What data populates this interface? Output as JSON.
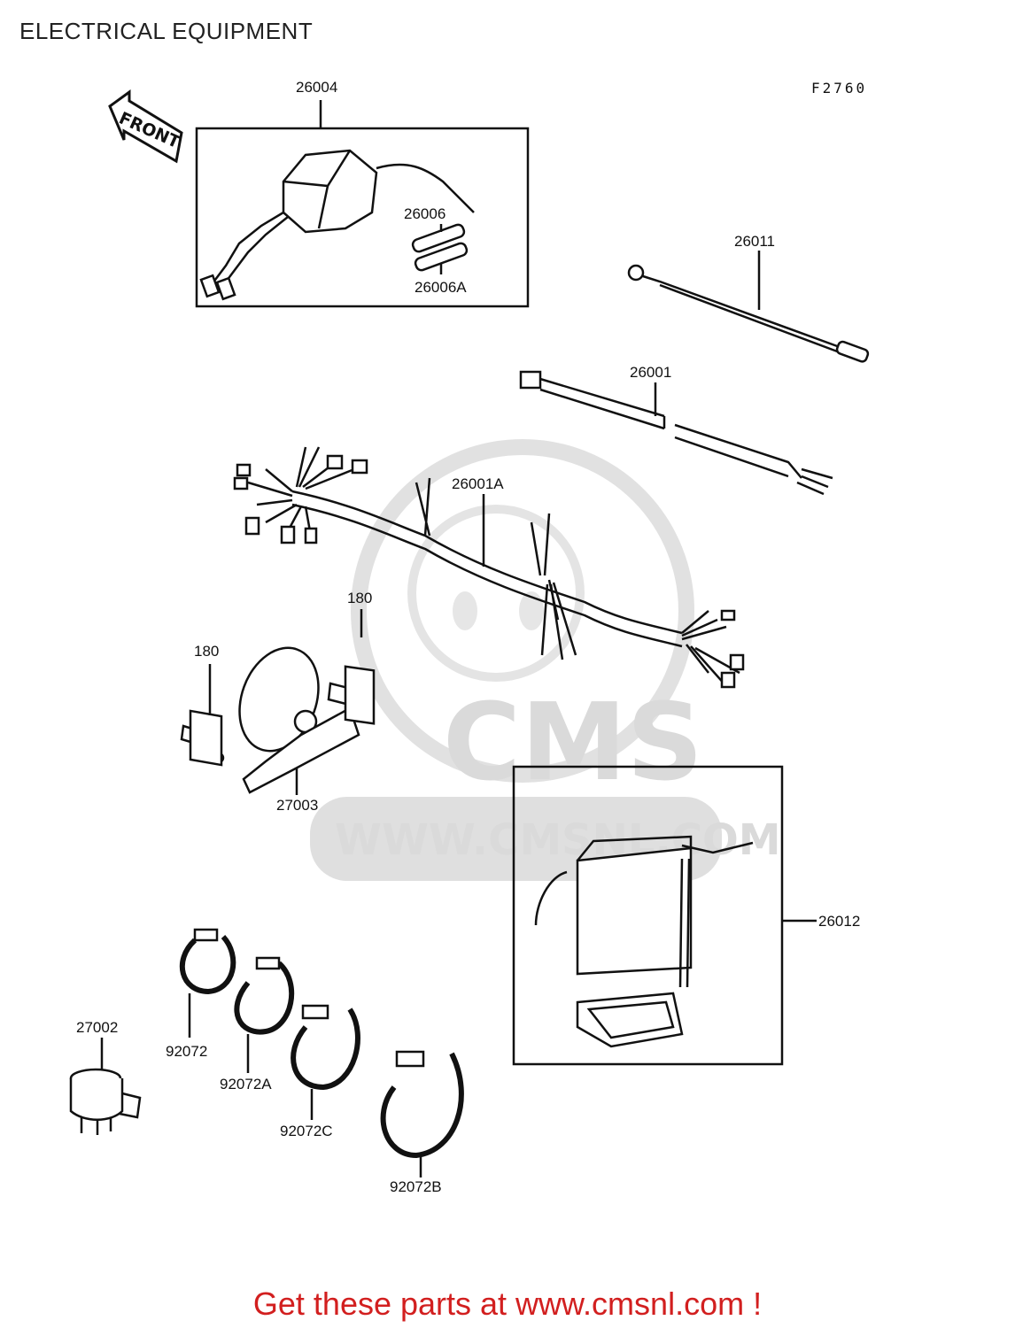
{
  "title": "ELECTRICAL EQUIPMENT",
  "figure_code": "F2760",
  "front_label": "FRONT",
  "watermark": {
    "logo_text": "CMS",
    "url_text": "WWW.CMSNL.COM"
  },
  "parts": [
    {
      "id": "26004",
      "label": "26004"
    },
    {
      "id": "26006",
      "label": "26006"
    },
    {
      "id": "26006A",
      "label": "26006A"
    },
    {
      "id": "26011",
      "label": "26011"
    },
    {
      "id": "26001",
      "label": "26001"
    },
    {
      "id": "26001A",
      "label": "26001A"
    },
    {
      "id": "180-right",
      "label": "180"
    },
    {
      "id": "180-left",
      "label": "180"
    },
    {
      "id": "27003",
      "label": "27003"
    },
    {
      "id": "26012",
      "label": "26012"
    },
    {
      "id": "27002",
      "label": "27002"
    },
    {
      "id": "92072",
      "label": "92072"
    },
    {
      "id": "92072A",
      "label": "92072A"
    },
    {
      "id": "92072C",
      "label": "92072C"
    },
    {
      "id": "92072B",
      "label": "92072B"
    }
  ],
  "promo_text": "Get these parts at www.cmsnl.com !"
}
